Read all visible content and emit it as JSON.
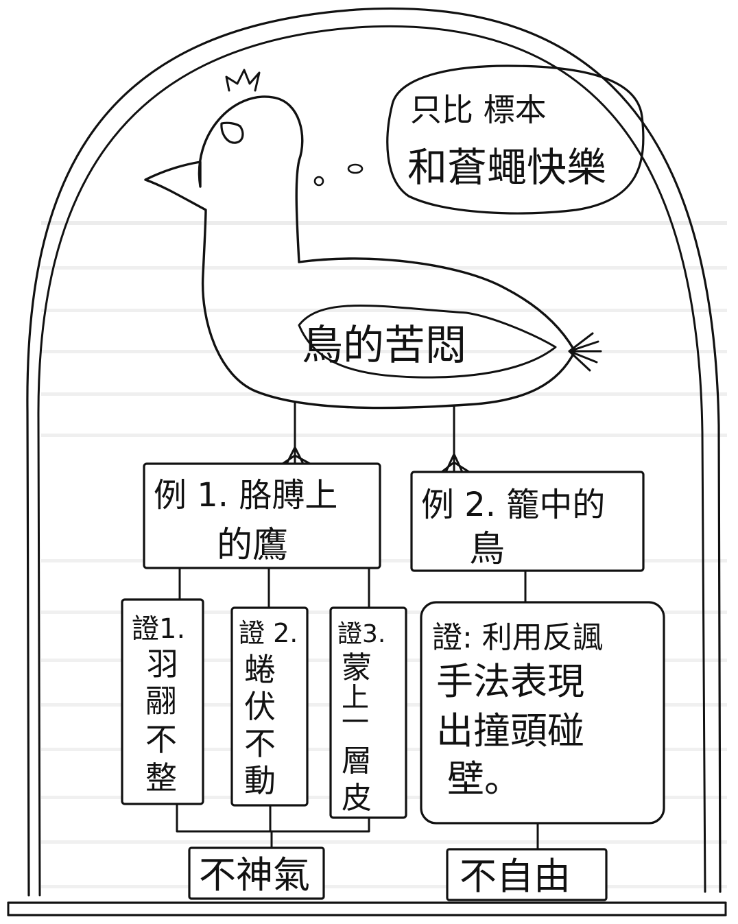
{
  "thought_bubble": {
    "line1": "只比 標本",
    "line2": "和蒼蠅快樂"
  },
  "bird_body_label": "鳥的苦悶",
  "example_1": {
    "line1": "例 1. 胳膊上",
    "line2": "的鷹"
  },
  "example_2": {
    "line1": "例 2. 籠中的",
    "line2": "鳥"
  },
  "evidence": [
    {
      "lines": [
        "證1.",
        "羽",
        "翮",
        "不",
        "整"
      ]
    },
    {
      "lines": [
        "證 2.",
        "蜷",
        "伏",
        "不",
        "動"
      ]
    },
    {
      "lines": [
        "證3.",
        "蒙",
        "上",
        "一",
        "層",
        "皮"
      ]
    },
    {
      "lines": [
        "證: 利用反諷",
        "手法表現",
        "出撞頭碰",
        "壁。"
      ]
    }
  ],
  "conclusion_1": "不神氣",
  "conclusion_2": "不自由"
}
